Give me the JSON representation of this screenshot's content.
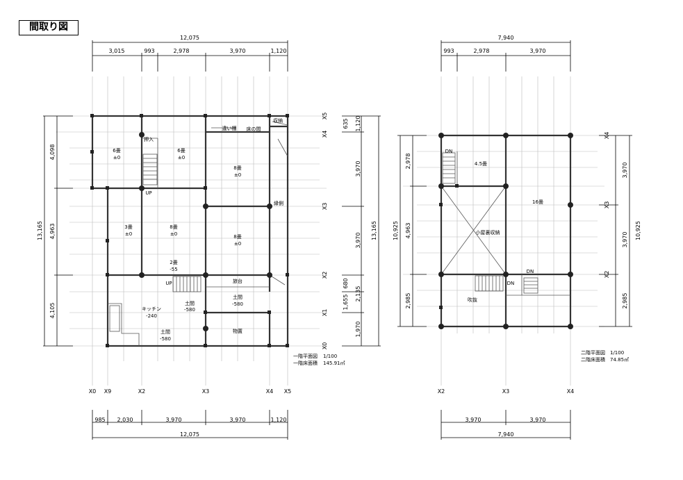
{
  "page_title": "間取り図",
  "floor1": {
    "top_total": "12,075",
    "top_segments": [
      "3,015",
      "993",
      "2,978",
      "3,970",
      "1,120"
    ],
    "bottom_segments": [
      "985",
      "2,030",
      "3,970",
      "3,970",
      "1,120"
    ],
    "bottom_total": "12,075",
    "left_total": "13,165",
    "left_segments": [
      "4,098",
      "4,963",
      "4,105"
    ],
    "right_total": "13,165",
    "right_segments": [
      "1,120",
      "635",
      "3,970",
      "3,970",
      "680",
      "1,655",
      "2,135",
      "1,970"
    ],
    "x_axes": [
      "X0",
      "X9",
      "X2",
      "X3",
      "X4",
      "X5"
    ],
    "y_axes": [
      "X5",
      "X4",
      "X3",
      "X2",
      "X1",
      "X0"
    ],
    "rooms": [
      {
        "name": "押入",
        "level": ""
      },
      {
        "name": "6畳",
        "level": "±0"
      },
      {
        "name": "6畳",
        "level": "±0"
      },
      {
        "name": "8畳",
        "level": "±0"
      },
      {
        "name": "違い棚",
        "level": ""
      },
      {
        "name": "床の間",
        "level": ""
      },
      {
        "name": "収納",
        "level": ""
      },
      {
        "name": "縁側",
        "level": ""
      },
      {
        "name": "3畳",
        "level": "±0"
      },
      {
        "name": "8畳",
        "level": "±0"
      },
      {
        "name": "8畳",
        "level": "±0"
      },
      {
        "name": "2畳",
        "level": "-55"
      },
      {
        "name": "UP",
        "level": ""
      },
      {
        "name": "UP",
        "level": ""
      },
      {
        "name": "旅台",
        "level": ""
      },
      {
        "name": "キッチン",
        "level": "-240"
      },
      {
        "name": "土間",
        "level": "-580"
      },
      {
        "name": "土間",
        "level": "-580"
      },
      {
        "name": "土間",
        "level": "-580"
      },
      {
        "name": "物置",
        "level": ""
      }
    ],
    "plan_label": "一階平面図",
    "scale": "1/100",
    "area_label": "一階床面積",
    "area_value": "145.91㎡"
  },
  "floor2": {
    "top_total": "7,940",
    "top_segments": [
      "993",
      "2,978",
      "3,970"
    ],
    "bottom_segments": [
      "3,970",
      "3,970"
    ],
    "bottom_total": "7,940",
    "left_total": "10,925",
    "left_segments": [
      "2,978",
      "4,963",
      "2,985"
    ],
    "right_total": "10,925",
    "right_segments": [
      "3,970",
      "3,970",
      "2,985"
    ],
    "x_axes": [
      "X2",
      "X3",
      "X4"
    ],
    "y_axes": [
      "X4",
      "X3",
      "X2"
    ],
    "rooms": [
      {
        "name": "DN",
        "level": ""
      },
      {
        "name": "4.5畳",
        "level": ""
      },
      {
        "name": "16畳",
        "level": ""
      },
      {
        "name": "小屋裏収納",
        "level": ""
      },
      {
        "name": "DN",
        "level": ""
      },
      {
        "name": "DN",
        "level": ""
      },
      {
        "name": "吹抜",
        "level": ""
      }
    ],
    "plan_label": "二階平面図",
    "scale": "1/100",
    "area_label": "二階床面積",
    "area_value": "74.85㎡"
  }
}
